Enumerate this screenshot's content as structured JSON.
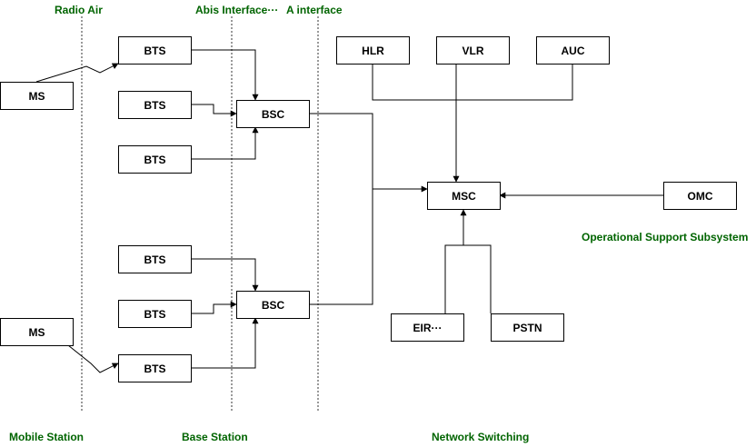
{
  "diagram": {
    "colors": {
      "line": "#000000",
      "label": "#006400",
      "box_border": "#000000",
      "background": "#ffffff"
    },
    "interface_labels": {
      "radio_air": "Radio Air",
      "abis": "Abis Interface···",
      "a": "A interface"
    },
    "section_labels": {
      "mobile_station": "Mobile Station",
      "base_station": "Base Station",
      "network_switching": "Network Switching",
      "operational_support": "Operational Support Subsystem"
    },
    "nodes": {
      "ms_top": "MS",
      "ms_bottom": "MS",
      "bts_1": "BTS",
      "bts_2": "BTS",
      "bts_3": "BTS",
      "bts_4": "BTS",
      "bts_5": "BTS",
      "bts_6": "BTS",
      "bsc_top": "BSC",
      "bsc_bottom": "BSC",
      "hlr": "HLR",
      "vlr": "VLR",
      "auc": "AUC",
      "msc": "MSC",
      "omc": "OMC",
      "eir": "EIR···",
      "pstn": "PSTN"
    }
  }
}
